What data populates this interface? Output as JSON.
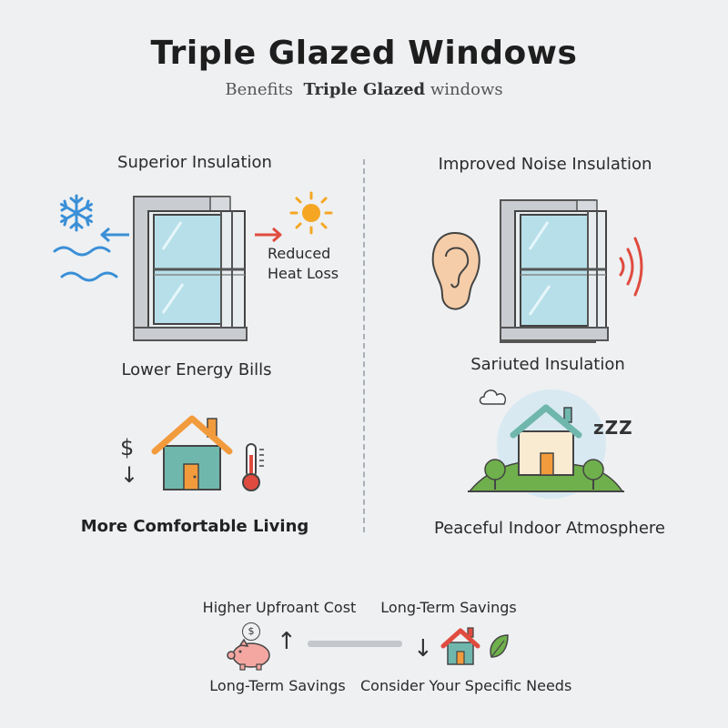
{
  "header": {
    "title": "Triple Glazed Windows",
    "subtitle_part1": "Benefits",
    "subtitle_part2": "Triple Glazed",
    "subtitle_part3": "windows"
  },
  "left_panel": {
    "heading": "Superior Insulation",
    "reduced_line1": "Reduced",
    "reduced_line2": "Heat Loss",
    "energy_label": "Lower Energy Bills",
    "dollar_symbol": "$",
    "down_arrow": "↓",
    "comfort_label": "More Comfortable Living"
  },
  "right_panel": {
    "heading": "Improved Noise Insulation",
    "sound_label": "Sariuted Insulation",
    "zzz": "zZZ",
    "peace_label": "Peaceful Indoor Atmosphere"
  },
  "footer": {
    "cost_label": "Higher Upfroant Cost",
    "savings_top_label": "Long-Term Savings",
    "savings_bottom_label": "Long-Term Savings",
    "needs_label": "Consider Your Specific Needs",
    "coin_symbol": "$",
    "up_arrow": "↑",
    "down_arrow": "↓"
  },
  "colors": {
    "accent_red": "#e04b3f",
    "accent_blue": "#3a8fd6",
    "sun_orange": "#f5a623",
    "house_teal": "#6fb7ad",
    "roof_orange": "#f29b3c",
    "grass_green": "#6fb04c",
    "piggy_pink": "#f4a7a1"
  },
  "icons": [
    "snowflake-icon",
    "wave-icon",
    "sun-icon",
    "ear-icon",
    "sound-wave-icon",
    "house-icon",
    "thermometer-icon",
    "cloud-icon",
    "tree-icon",
    "piggy-bank-icon",
    "leaf-icon"
  ]
}
